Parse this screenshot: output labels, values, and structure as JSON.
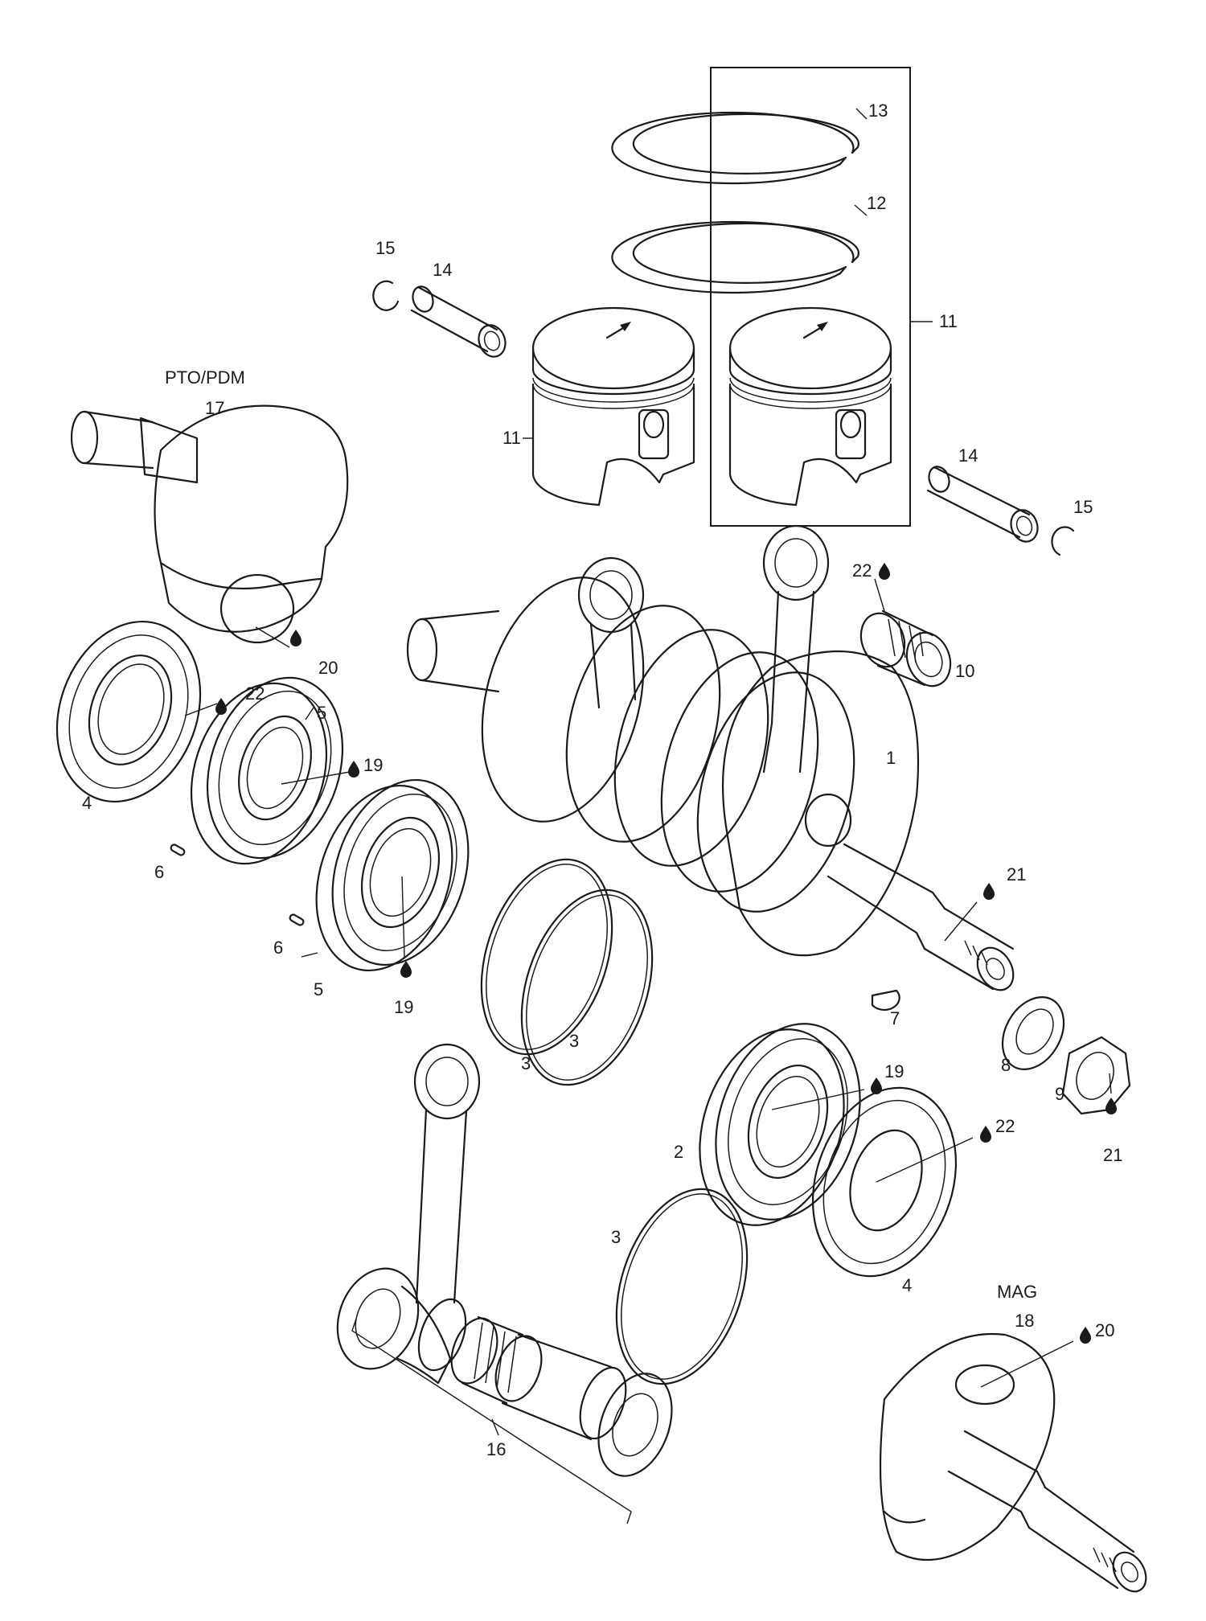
{
  "diagram": {
    "labels": {
      "pto": "PTO/PDM",
      "mag": "MAG"
    },
    "callouts": {
      "n1": "1",
      "n2": "2",
      "n3a": "3",
      "n3b": "3",
      "n3c": "3",
      "n4a": "4",
      "n4b": "4",
      "n5a": "5",
      "n5b": "5",
      "n6a": "6",
      "n6b": "6",
      "n7": "7",
      "n8": "8",
      "n9": "9",
      "n10": "10",
      "n11a": "11",
      "n11b": "11",
      "n12": "12",
      "n13": "13",
      "n14a": "14",
      "n14b": "14",
      "n15a": "15",
      "n15b": "15",
      "n16": "16",
      "n17": "17",
      "n18": "18",
      "n19a": "19",
      "n19b": "19",
      "n19c": "19",
      "n20a": "20",
      "n20b": "20",
      "n21a": "21",
      "n21b": "21",
      "n22a": "22",
      "n22b": "22",
      "n22c": "22"
    },
    "icons": {
      "lubricant": "oil-drop-icon"
    }
  }
}
